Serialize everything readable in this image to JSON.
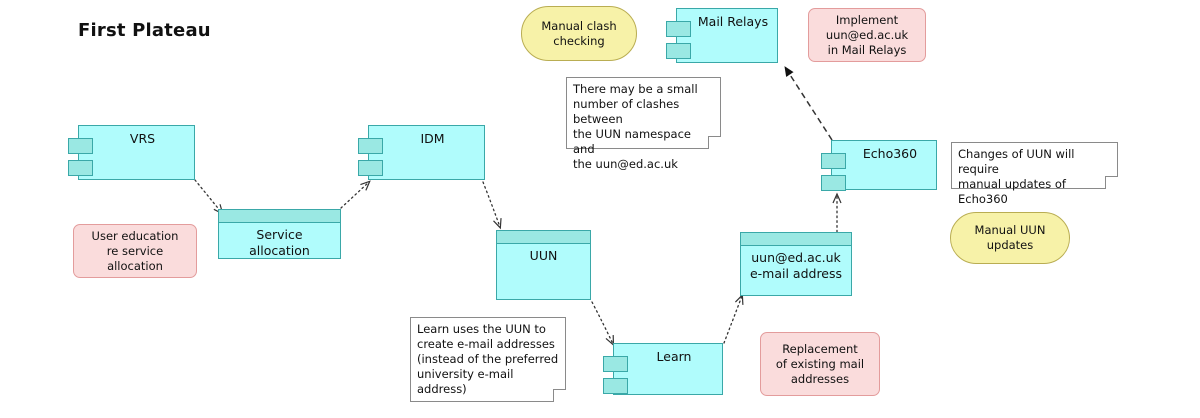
{
  "diagram": {
    "title": "First Plateau",
    "colors": {
      "component_fill": "#b0fcfc",
      "component_stroke": "#3aa8a8",
      "band_fill": "#9ae8e3",
      "pink_fill": "#fadcdc",
      "pink_stroke": "#e39c9c",
      "yellow_fill": "#f7f2a8",
      "yellow_stroke": "#b9ad52",
      "note_fill": "#ffffff",
      "note_stroke": "#8a8a8a",
      "edge_stroke": "#333333"
    },
    "components": [
      {
        "id": "vrs",
        "label": "VRS"
      },
      {
        "id": "idm",
        "label": "IDM"
      },
      {
        "id": "mail_relays",
        "label": "Mail Relays"
      },
      {
        "id": "echo360",
        "label": "Echo360"
      },
      {
        "id": "learn",
        "label": "Learn"
      }
    ],
    "data_objects": [
      {
        "id": "service_allocation",
        "label": "Service\nallocation"
      },
      {
        "id": "uun",
        "label": "UUN"
      },
      {
        "id": "uun_email",
        "label": "uun@ed.ac.uk\ne-mail address"
      }
    ],
    "work_packages": [
      {
        "id": "wp_user_education",
        "label": "User education\nre service\nallocation"
      },
      {
        "id": "wp_implement_uun",
        "label": "Implement\nuun@ed.ac.uk\nin Mail Relays"
      },
      {
        "id": "wp_replacement",
        "label": "Replacement\nof existing mail\naddresses"
      }
    ],
    "processes": [
      {
        "id": "proc_manual_clash",
        "label": "Manual clash\nchecking"
      },
      {
        "id": "proc_manual_uun_updates",
        "label": "Manual UUN\nupdates"
      }
    ],
    "notes": [
      {
        "id": "note_clashes",
        "label": "There may be a small\nnumber of clashes between\nthe UUN namespace and\nthe uun@ed.ac.uk"
      },
      {
        "id": "note_echo360",
        "label": "Changes of UUN will require\nmanual updates of Echo360"
      },
      {
        "id": "note_learn",
        "label": "Learn uses the UUN to\ncreate e-mail addresses\n(instead of the preferred\nuniversity e-mail address)"
      }
    ],
    "edges": [
      {
        "id": "edge_vrs_to_service_allocation",
        "from": "vrs",
        "to": "service_allocation",
        "style": "dotted",
        "arrow": "open"
      },
      {
        "id": "edge_service_allocation_to_idm",
        "from": "service_allocation",
        "to": "idm",
        "style": "dotted",
        "arrow": "open"
      },
      {
        "id": "edge_idm_to_uun",
        "from": "idm",
        "to": "uun",
        "style": "dotted",
        "arrow": "open"
      },
      {
        "id": "edge_uun_to_learn",
        "from": "uun",
        "to": "learn",
        "style": "dotted",
        "arrow": "open"
      },
      {
        "id": "edge_learn_to_uun_email",
        "from": "learn",
        "to": "uun_email",
        "style": "dotted",
        "arrow": "open"
      },
      {
        "id": "edge_uun_email_to_echo360",
        "from": "uun_email",
        "to": "echo360",
        "style": "dotted",
        "arrow": "open"
      },
      {
        "id": "edge_echo360_to_mail_relays",
        "from": "echo360",
        "to": "mail_relays",
        "style": "dashed",
        "arrow": "filled"
      }
    ]
  }
}
